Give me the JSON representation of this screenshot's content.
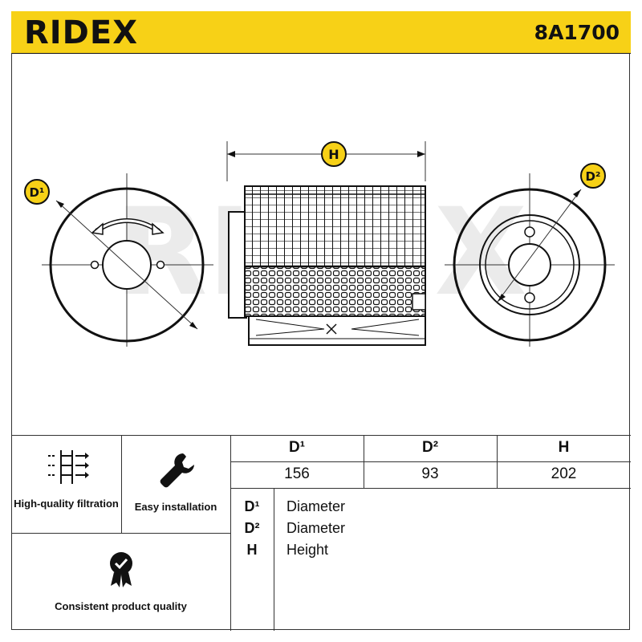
{
  "header": {
    "brand": "RIDEX",
    "part_number": "8A1700"
  },
  "drawing": {
    "watermark": "RIDEX",
    "labels": {
      "h": "H",
      "d1": "D¹",
      "d2": "D²"
    }
  },
  "features": [
    {
      "label": "High-quality filtration",
      "icon": "filtration-icon"
    },
    {
      "label": "Easy installation",
      "icon": "wrench-icon"
    },
    {
      "label": "Consistent product quality",
      "icon": "quality-badge-icon"
    }
  ],
  "dimensions": {
    "headers": [
      "D¹",
      "D²",
      "H"
    ],
    "values": [
      "156",
      "93",
      "202"
    ]
  },
  "legend": [
    {
      "key": "D¹",
      "text": "Diameter"
    },
    {
      "key": "D²",
      "text": "Diameter"
    },
    {
      "key": "H",
      "text": "Height"
    }
  ],
  "colors": {
    "brand_yellow": "#f7d117",
    "line": "#111111",
    "watermark": "#e8e8e8"
  }
}
